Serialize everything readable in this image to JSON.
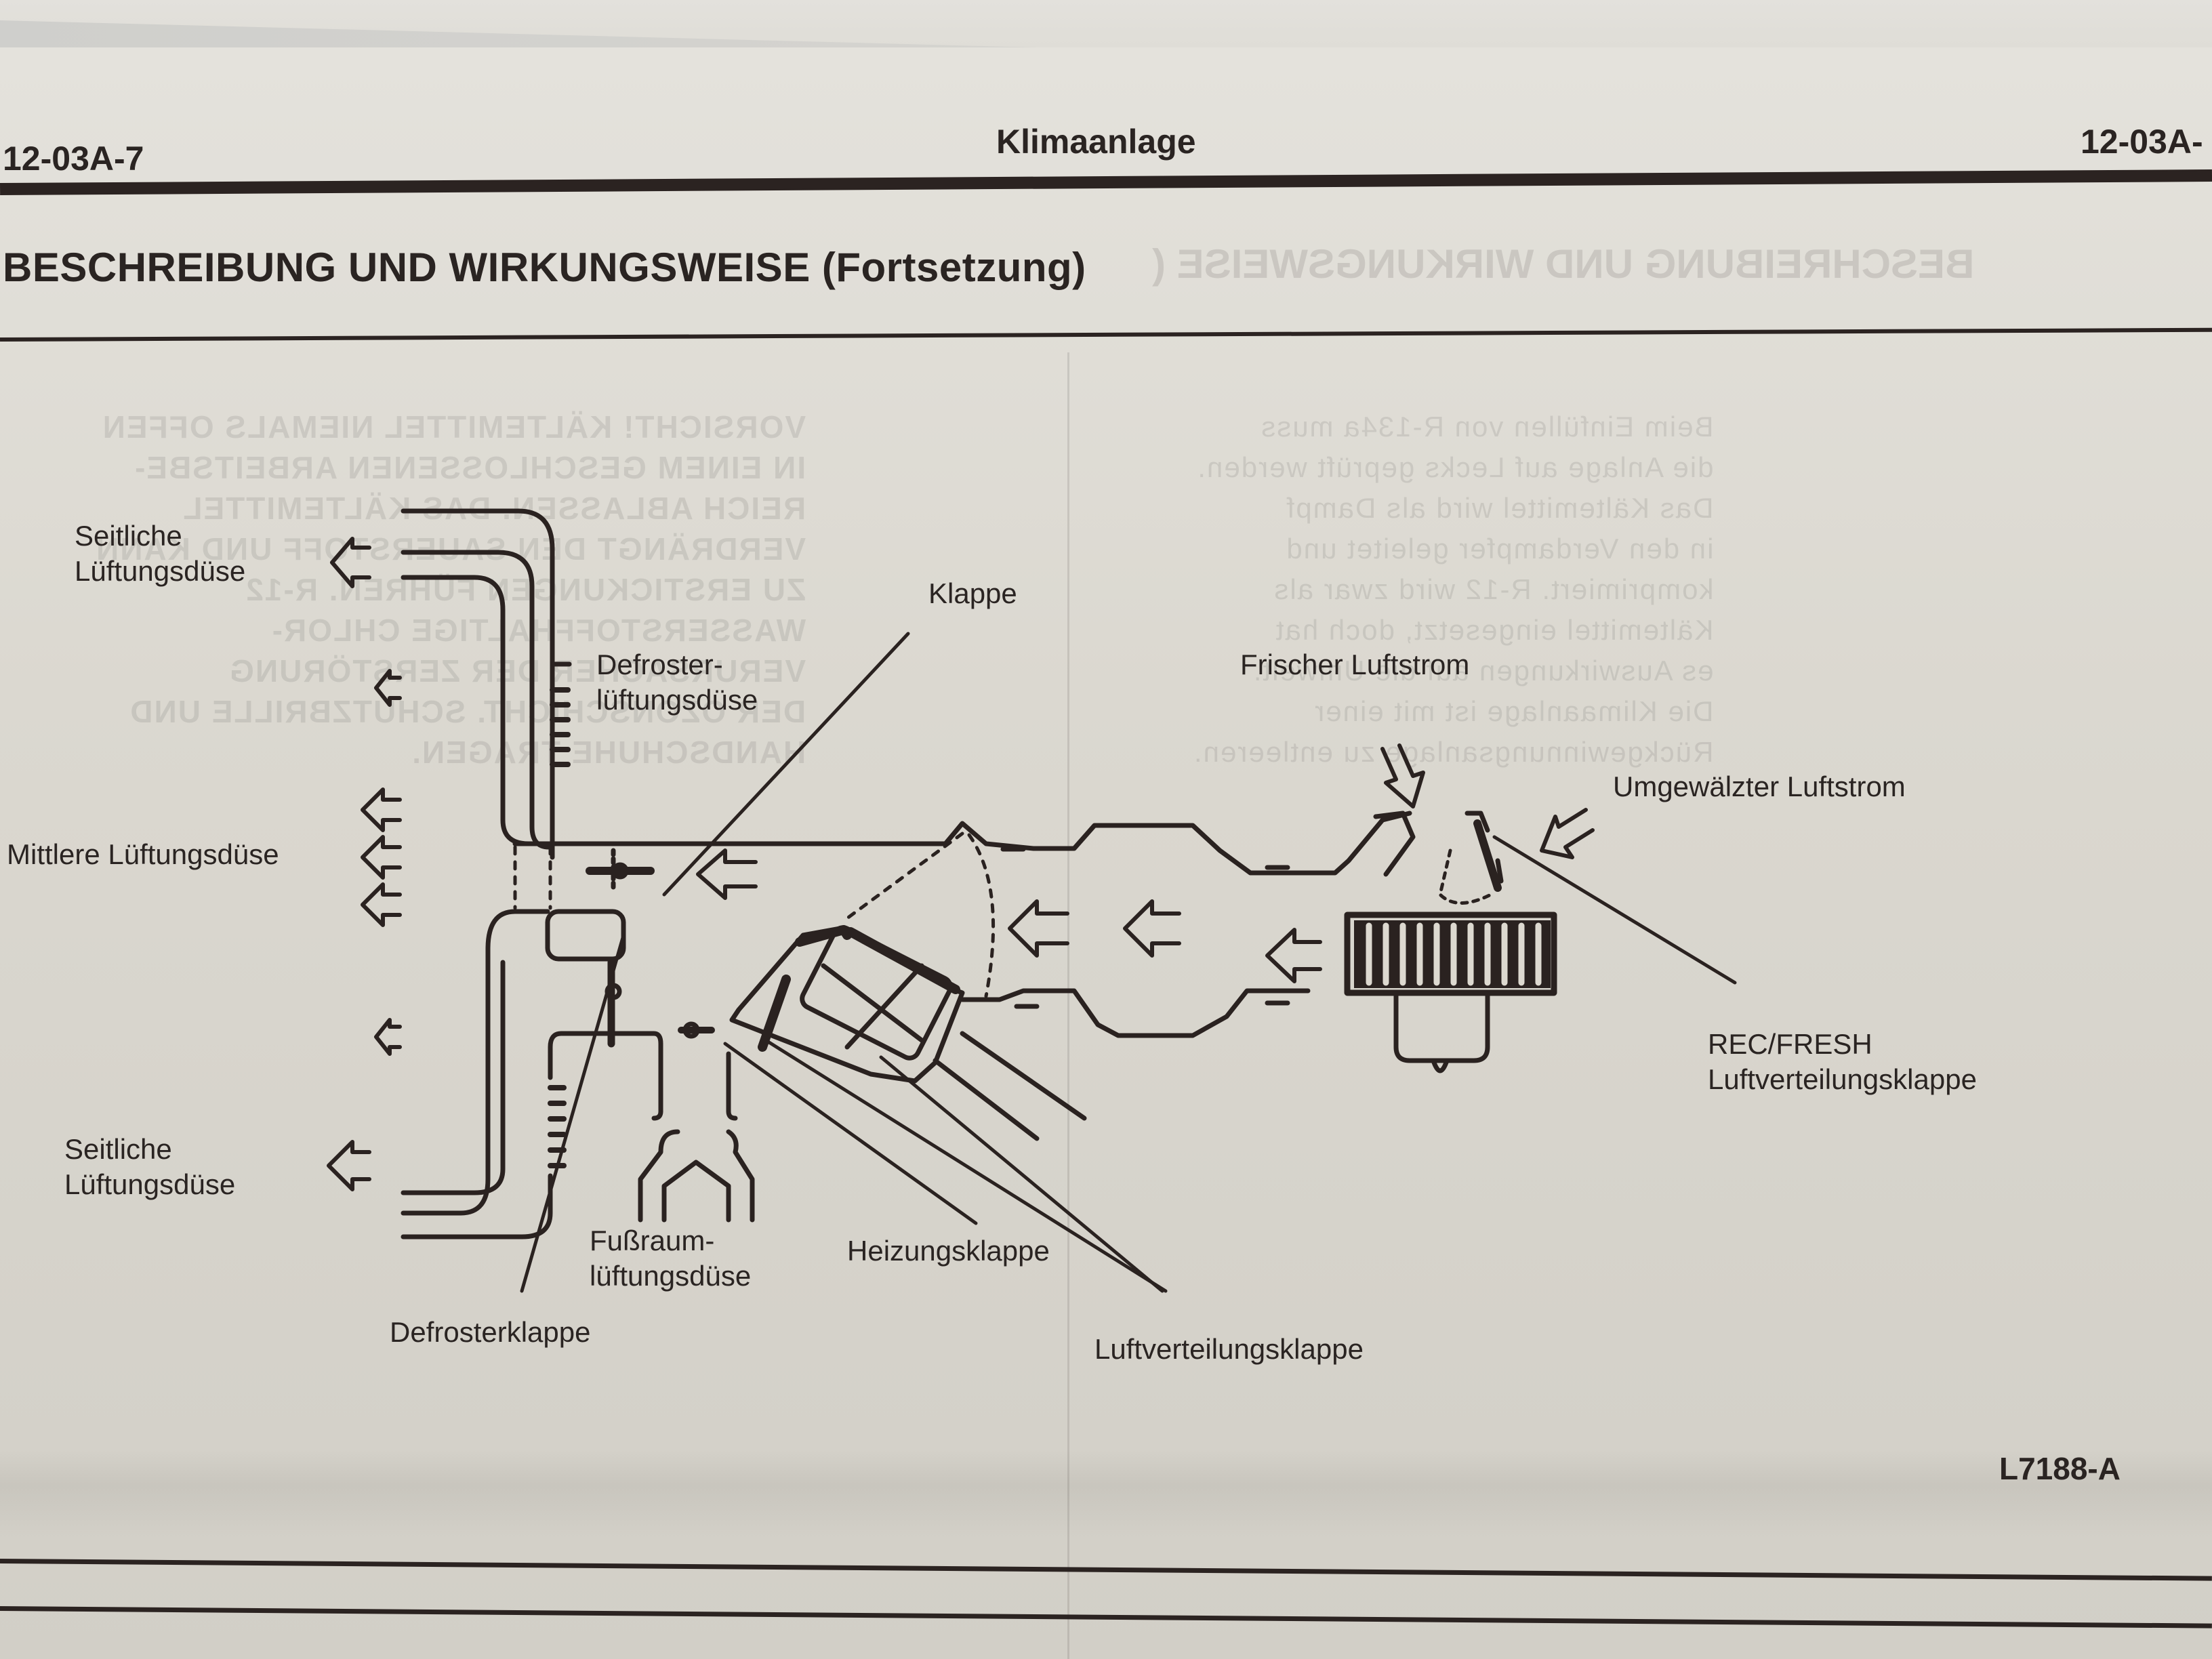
{
  "header": {
    "page_number_left": "12-03A-7",
    "section_title": "Klimaanlage",
    "page_number_right": "12-03A-"
  },
  "heading": "BESCHREIBUNG UND WIRKUNGSWEISE (Fortsetzung)",
  "heading_showthrough": "BESCHREIBUNG UND WIRKUNGSWEISE (",
  "showthrough_left": "VORSICHT! KÄLTEMITTEL NIEMALS OFFEN\nIN EINEM GESCHLOSSENEN ARBEITSBE-\nREICH ABLASSEN. DAS KÄLTEMITTEL\nVERDRÄNGT DEN SAUERSTOFF UND KANN\nZU ERSTICKUNGEN FÜHREN. R-12\nWASSERSTOFFHALTIGE CHLOR-\nVERURSACHER DER ZERSTÖRUNG\nDER OZONSCHICHT. SCHUTZBRILLE UND\nHANDSCHUHE TRAGEN.",
  "showthrough_right": "Beim Einfüllen von R-134a muss\ndie Anlage auf Lecks geprüft werden.\nDas Kältemittel wird als Dampf\nin den Verdampfer geleitet und\nkomprimiert. R-12 wird zwar als\nKältemittel eingesetzt, doch hat\nes Auswirkungen auf die Umwelt.\nDie Klimaanlage ist mit einer\nRückgewinnungsanlage zu entleeren.",
  "diagram": {
    "figure_id": "L7188-A",
    "labels": {
      "side_vent_top": [
        "Seitliche",
        "Lüftungsdüse"
      ],
      "defroster_vent": [
        "Defroster-",
        "lüftungsdüse"
      ],
      "flap": "Klappe",
      "center_vent": "Mittlere Lüftungsdüse",
      "side_vent_bottom": [
        "Seitliche",
        "Lüftungsdüse"
      ],
      "footwell_vent": [
        "Fußraum-",
        "lüftungsdüse"
      ],
      "defroster_flap": "Defrosterklappe",
      "heater_flap": "Heizungsklappe",
      "air_distribution_flap": "Luftverteilungsklappe",
      "fresh_airflow": "Frischer Luftstrom",
      "recirculated_airflow": "Umgewälzter Luftstrom",
      "rec_fresh_flap": [
        "REC/FRESH",
        "Luftverteilungsklappe"
      ]
    }
  }
}
